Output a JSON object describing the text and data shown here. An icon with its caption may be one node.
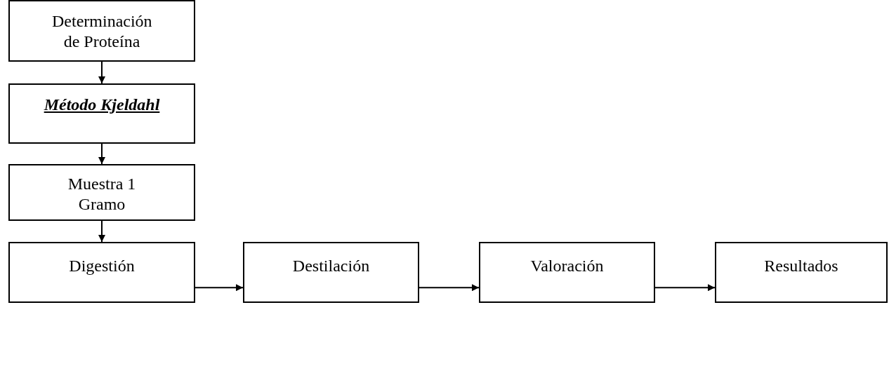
{
  "diagram": {
    "nodes": [
      {
        "text": [
          "Determinación de Proteína"
        ]
      },
      {
        "text": [
          "Método Kjeldahl"
        ]
      },
      {
        "text": [
          "Muestra 1 Gramo"
        ]
      },
      {
        "text": [
          "Digestión"
        ]
      },
      {
        "text": [
          "Destilación"
        ]
      },
      {
        "text": [
          "Valoración"
        ]
      },
      {
        "text": [
          "Resultados"
        ]
      }
    ],
    "edges": [
      {
        "from": 0,
        "to": 1,
        "arrow": "to"
      },
      {
        "from": 1,
        "to": 2,
        "arrow": "to"
      },
      {
        "from": 2,
        "to": 3,
        "arrow": "to"
      },
      {
        "from": 3,
        "to": 4,
        "arrow": "to"
      },
      {
        "from": 4,
        "to": 5,
        "arrow": "to"
      },
      {
        "from": 5,
        "to": 6,
        "arrow": "to"
      }
    ]
  }
}
